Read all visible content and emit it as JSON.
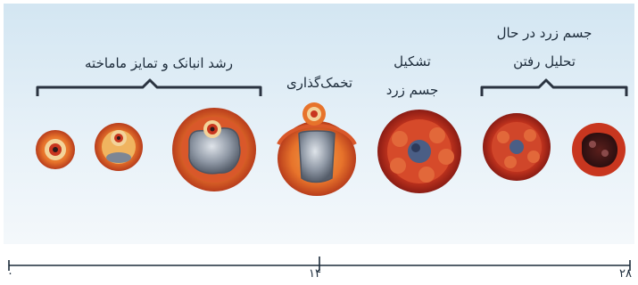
{
  "labels": {
    "growth": "رشد انبانک و تمایز ماماخته",
    "implantation": "تخمک‌گذاری",
    "formation_line1": "تشکیل",
    "formation_line2": "جسم زرد",
    "decay_line1": "جسم زرد در حال",
    "decay_line2": "تحلیل رفتن"
  },
  "axis": {
    "ticks": [
      "۰",
      "۱۴",
      "۲۸"
    ]
  },
  "colors": {
    "background_top": "#d3e6f2",
    "follicle_orange": "#e7732b",
    "follicle_red": "#c8361f",
    "oocyte_gray": "#7d8694",
    "corpus_dark": "#8a1c14",
    "text": "#1c2b3a"
  }
}
